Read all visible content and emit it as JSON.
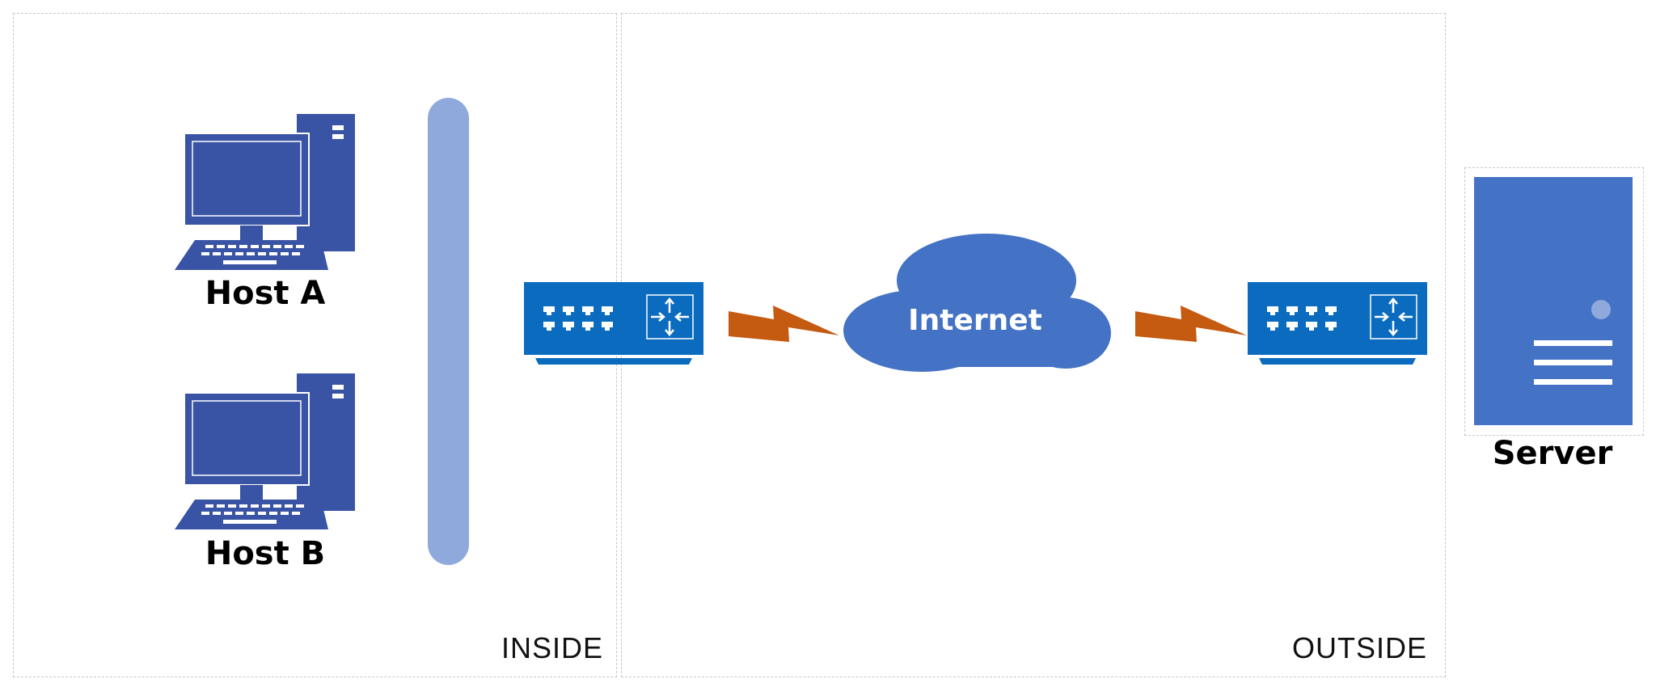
{
  "zones": {
    "inside": {
      "label": "INSIDE"
    },
    "outside": {
      "label": "OUTSIDE"
    }
  },
  "nodes": {
    "host_a": {
      "label": "Host A",
      "icon": "desktop-computer-icon"
    },
    "host_b": {
      "label": "Host B",
      "icon": "desktop-computer-icon"
    },
    "lan": {
      "icon": "lan-segment-bar"
    },
    "router_inside": {
      "icon": "router-icon"
    },
    "router_outside": {
      "icon": "router-icon"
    },
    "internet": {
      "label": "Internet",
      "icon": "cloud-icon"
    },
    "server": {
      "label": "Server",
      "icon": "server-tower-icon"
    }
  },
  "links": [
    {
      "from": "router_inside",
      "to": "internet",
      "type": "wan-lightning"
    },
    {
      "from": "internet",
      "to": "router_outside",
      "type": "wan-lightning"
    }
  ],
  "colors": {
    "computer": "#3a54a5",
    "lan": "#8fa9dc",
    "router": "#0b6cbf",
    "cloud": "#4472c4",
    "lightning": "#c55a11",
    "server": "#4472c4",
    "zone_border": "#c8c8c8"
  }
}
